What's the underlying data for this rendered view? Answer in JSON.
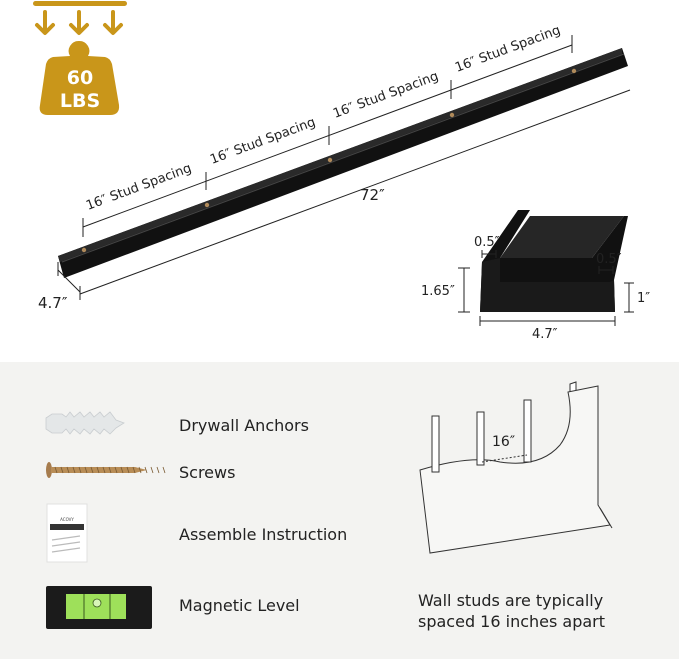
{
  "weight_badge": {
    "value": "60",
    "unit": "LBS",
    "color": "#c9961a"
  },
  "shelf": {
    "color": "#111111",
    "stud_spacing_labels": [
      "16″ Stud Spacing",
      "16″ Stud Spacing",
      "16″ Stud Spacing",
      "16″ Stud Spacing"
    ],
    "length": "72″",
    "depth": "4.7″"
  },
  "cross_section": {
    "back_lip_thickness": "0.5″",
    "front_lip_thickness": "0.5″",
    "back_height": "1.65″",
    "front_height": "1″",
    "width": "4.7″"
  },
  "hardware": {
    "items": [
      {
        "label": "Drywall Anchors",
        "icon": "drywall-anchor-icon"
      },
      {
        "label": "Screws",
        "icon": "screw-icon"
      },
      {
        "label": "Assemble Instruction",
        "icon": "instruction-sheet-icon",
        "sheet_brand": "ACOVY"
      },
      {
        "label": "Magnetic Level",
        "icon": "magnetic-level-icon"
      }
    ]
  },
  "wall_diagram": {
    "stud_spacing": "16″",
    "note_line1": "Wall studs are typically",
    "note_line2": "spaced 16 inches apart"
  }
}
